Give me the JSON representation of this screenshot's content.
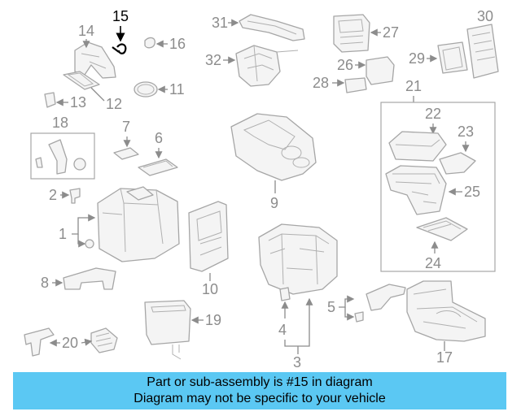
{
  "callouts": [
    "1",
    "2",
    "3",
    "4",
    "5",
    "6",
    "7",
    "8",
    "9",
    "10",
    "11",
    "12",
    "13",
    "14",
    "15",
    "16",
    "17",
    "18",
    "19",
    "20",
    "21",
    "22",
    "23",
    "24",
    "25",
    "26",
    "27",
    "28",
    "29",
    "30",
    "31",
    "32"
  ],
  "highlighted": "15",
  "banner": {
    "line1": "Part or sub-assembly is #15 in diagram",
    "line2": "Diagram may not be specific to your vehicle"
  },
  "colors": {
    "banner": "#5bc8f3",
    "callout": "#8c8c8c",
    "highlight": "#000000"
  }
}
